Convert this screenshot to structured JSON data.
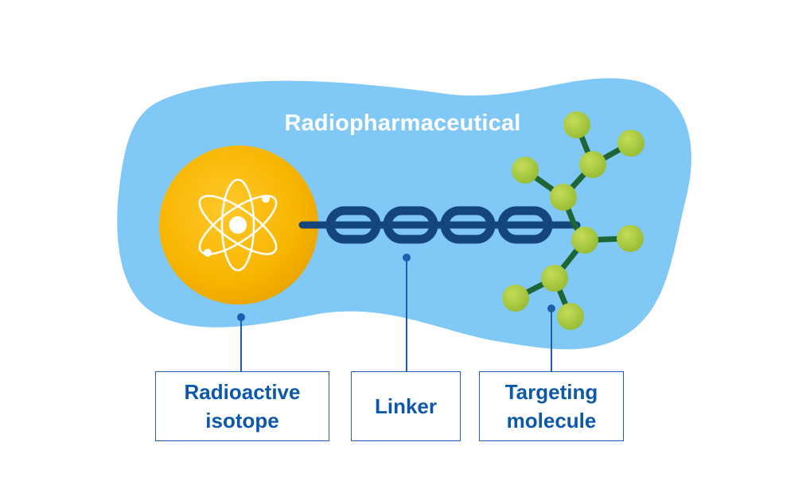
{
  "diagram": {
    "title": "Radiopharmaceutical",
    "labels": {
      "isotope": {
        "line1": "Radioactive",
        "line2": "isotope"
      },
      "linker": {
        "text": "Linker"
      },
      "targeting": {
        "line1": "Targeting",
        "line2": "molecule"
      }
    },
    "icons": {
      "isotope": "atom-icon",
      "linker": "chain-icon",
      "targeting": "molecule-icon"
    },
    "colors": {
      "background_blob": "#80c8f6",
      "isotope_sphere": "#f6b800",
      "chain": "#15457d",
      "molecule_node": "#a6c83c",
      "molecule_bond": "#1e6535",
      "label_text": "#0d58a8"
    }
  }
}
